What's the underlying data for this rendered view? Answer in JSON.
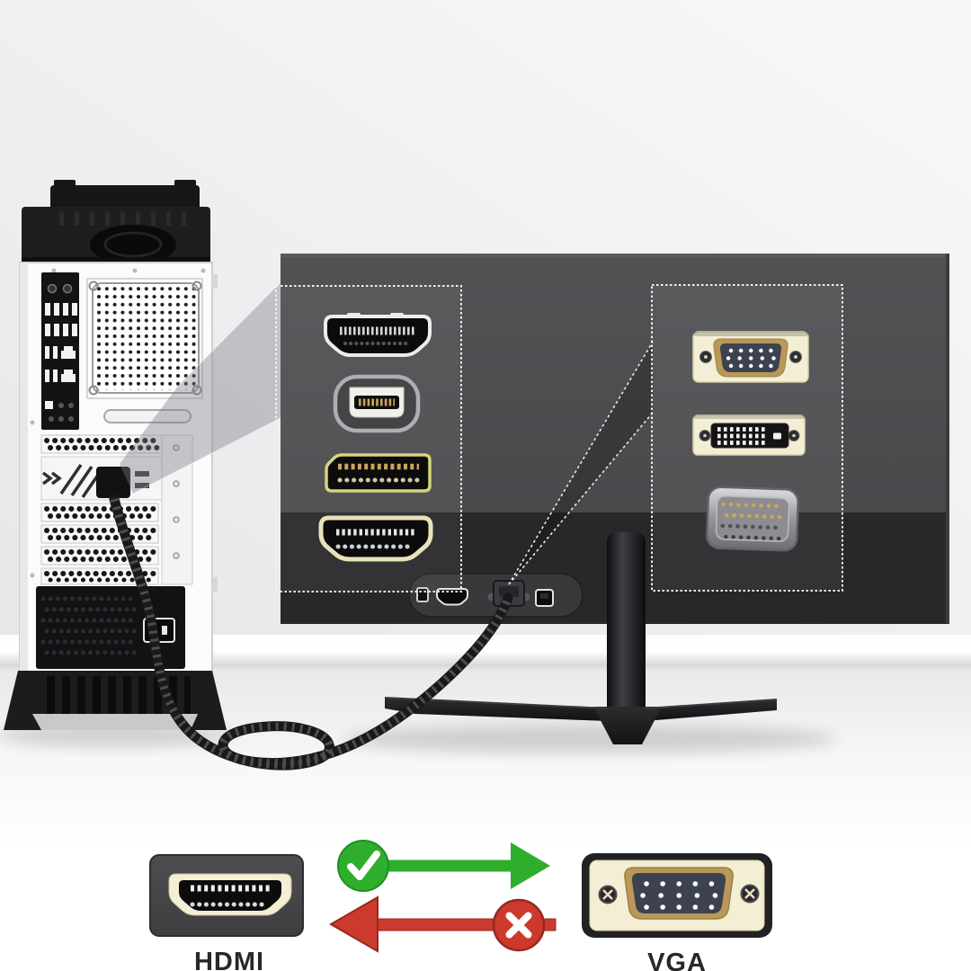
{
  "labels": {
    "hdmi": "HDMI",
    "vga": "VGA"
  },
  "colors": {
    "accent_green": "#2fae2d",
    "green_dark": "#1f8f22",
    "accent_red": "#cc392d",
    "red_dark": "#962920",
    "cream": "#f3eed4",
    "gold": "#b9985a",
    "slate": "#3d4250",
    "monitor_gray": "#4a4a4e",
    "monitor_dark": "#28282b",
    "wall": "#ebebed",
    "label": "#28282a",
    "tower_white": "#fbfbfc"
  },
  "icons": {
    "direction_allowed": "check-circle-icon",
    "direction_blocked": "x-circle-icon",
    "source_device": "pc-tower",
    "display_device": "monitor",
    "source_ports": [
      "hdmi-port",
      "mini-displayport-port",
      "displayport-port",
      "hdmi-port-gold"
    ],
    "display_ports": [
      "vga-port",
      "dvi-port",
      "multipin-port"
    ],
    "rear_panel_ports": [
      "power-port",
      "hdmi-port",
      "vga-cable-plug",
      "usb-b-port"
    ],
    "connection": "braided-hdmi-to-vga-cable"
  }
}
